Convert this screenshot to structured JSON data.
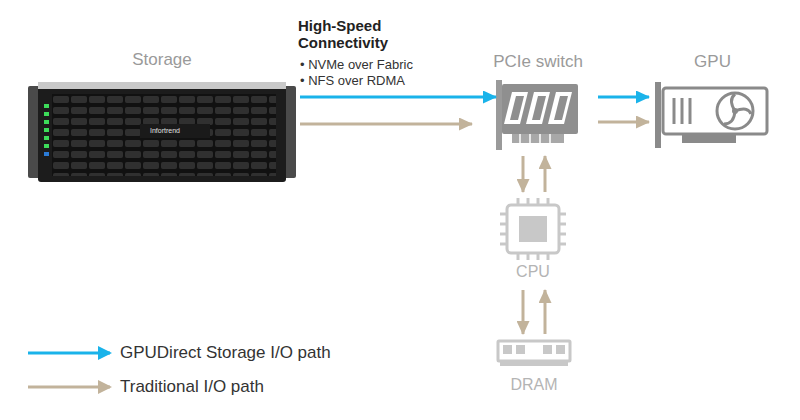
{
  "diagram": {
    "nodes": [
      {
        "text": [
          "Storage"
        ]
      },
      {
        "text": [
          "PCIe switch"
        ]
      },
      {
        "text": [
          "GPU"
        ]
      },
      {
        "text": [
          "CPU"
        ]
      },
      {
        "text": [
          "DRAM"
        ]
      }
    ],
    "edges": [
      {
        "from": 0,
        "to": 1,
        "arrow": "to",
        "label": "High-Speed Connectivity"
      },
      {
        "from": 0,
        "to": 1,
        "arrow": "to"
      },
      {
        "from": 1,
        "to": 2,
        "arrow": "to"
      },
      {
        "from": 1,
        "to": 2,
        "arrow": "to"
      },
      {
        "from": 1,
        "to": 3,
        "arrow": "to"
      },
      {
        "from": 3,
        "to": 1,
        "arrow": "to"
      },
      {
        "from": 3,
        "to": 4,
        "arrow": "to"
      },
      {
        "from": 4,
        "to": 3,
        "arrow": "to"
      }
    ],
    "labels": [
      "• NVMe over Fabric",
      "• NFS over RDMA",
      "Infortrend"
    ],
    "legend": [
      {
        "text": "GPUDirect Storage I/O path"
      },
      {
        "text": "Traditional I/O path"
      }
    ]
  }
}
